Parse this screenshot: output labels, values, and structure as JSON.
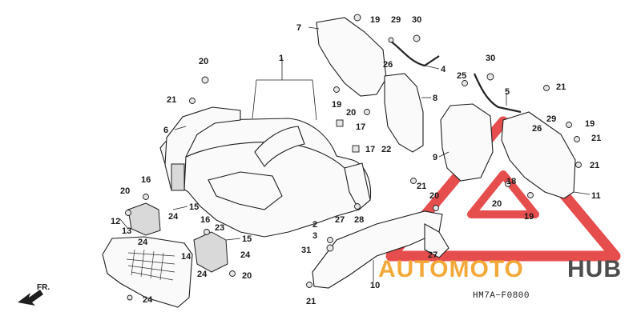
{
  "diagram": {
    "code": "HM7A−F0800",
    "direction_label": "FR."
  },
  "watermark": {
    "brand_part1": "AUTOMOTO",
    "brand_part2": "HUB",
    "color_primary": "#f3a93a",
    "color_secondary": "#4d4d4d",
    "color_triangle": "#e33b3b"
  },
  "callouts": [
    {
      "id": "c1",
      "label": "1"
    },
    {
      "id": "c2",
      "label": "2"
    },
    {
      "id": "c3",
      "label": "3"
    },
    {
      "id": "c4",
      "label": "4"
    },
    {
      "id": "c5",
      "label": "5"
    },
    {
      "id": "c6",
      "label": "6"
    },
    {
      "id": "c7",
      "label": "7"
    },
    {
      "id": "c8",
      "label": "8"
    },
    {
      "id": "c9",
      "label": "9"
    },
    {
      "id": "c10",
      "label": "10"
    },
    {
      "id": "c11",
      "label": "11"
    },
    {
      "id": "c12",
      "label": "12"
    },
    {
      "id": "c13",
      "label": "13"
    },
    {
      "id": "c14",
      "label": "14"
    },
    {
      "id": "c15a",
      "label": "15"
    },
    {
      "id": "c15b",
      "label": "15"
    },
    {
      "id": "c16a",
      "label": "16"
    },
    {
      "id": "c16b",
      "label": "16"
    },
    {
      "id": "c17a",
      "label": "17"
    },
    {
      "id": "c17b",
      "label": "17"
    },
    {
      "id": "c18",
      "label": "18"
    },
    {
      "id": "c19a",
      "label": "19"
    },
    {
      "id": "c19b",
      "label": "19"
    },
    {
      "id": "c19c",
      "label": "19"
    },
    {
      "id": "c19d",
      "label": "19"
    },
    {
      "id": "c20a",
      "label": "20"
    },
    {
      "id": "c20b",
      "label": "20"
    },
    {
      "id": "c20c",
      "label": "20"
    },
    {
      "id": "c20d",
      "label": "20"
    },
    {
      "id": "c20e",
      "label": "20"
    },
    {
      "id": "c20f",
      "label": "20"
    },
    {
      "id": "c21a",
      "label": "21"
    },
    {
      "id": "c21b",
      "label": "21"
    },
    {
      "id": "c21c",
      "label": "21"
    },
    {
      "id": "c21d",
      "label": "21"
    },
    {
      "id": "c21e",
      "label": "21"
    },
    {
      "id": "c21f",
      "label": "21"
    },
    {
      "id": "c22",
      "label": "22"
    },
    {
      "id": "c23",
      "label": "23"
    },
    {
      "id": "c24a",
      "label": "24"
    },
    {
      "id": "c24b",
      "label": "24"
    },
    {
      "id": "c24c",
      "label": "24"
    },
    {
      "id": "c24d",
      "label": "24"
    },
    {
      "id": "c24e",
      "label": "24"
    },
    {
      "id": "c25",
      "label": "25"
    },
    {
      "id": "c26a",
      "label": "26"
    },
    {
      "id": "c26b",
      "label": "26"
    },
    {
      "id": "c27a",
      "label": "27"
    },
    {
      "id": "c27b",
      "label": "27"
    },
    {
      "id": "c28",
      "label": "28"
    },
    {
      "id": "c29a",
      "label": "29"
    },
    {
      "id": "c29b",
      "label": "29"
    },
    {
      "id": "c30a",
      "label": "30"
    },
    {
      "id": "c30b",
      "label": "30"
    },
    {
      "id": "c31",
      "label": "31"
    }
  ]
}
